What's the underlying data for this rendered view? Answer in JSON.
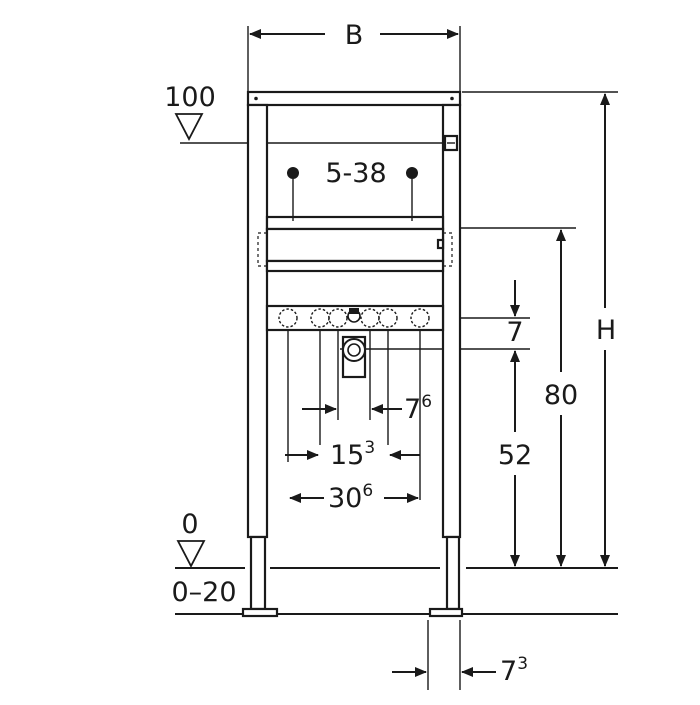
{
  "diagram": {
    "width_label": "B",
    "height_label": "H",
    "top_level_label": "100",
    "floor_level_label": "0",
    "floor_range_label": "0–20",
    "tap_range_label": "5-38",
    "dim_80": "80",
    "dim_52": "52",
    "dim_7": "7",
    "dim_7_6": {
      "base": "7",
      "sup": "6"
    },
    "dim_15_3": {
      "base": "15",
      "sup": "3"
    },
    "dim_30_6": {
      "base": "30",
      "sup": "6"
    },
    "dim_7_3": {
      "base": "7",
      "sup": "3"
    },
    "icons": [
      "level-triangle-icon",
      "arrow-icon",
      "anchor-point-icon"
    ]
  }
}
